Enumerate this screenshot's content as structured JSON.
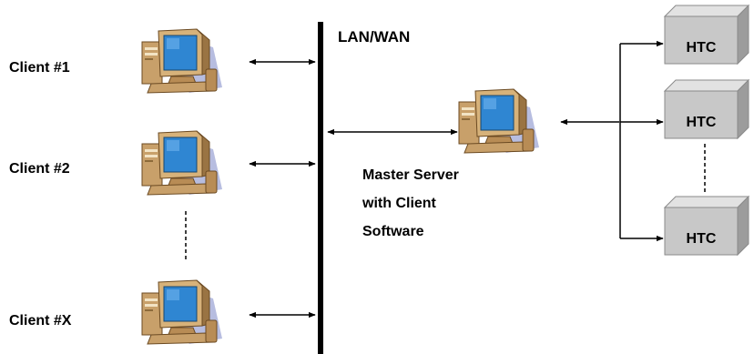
{
  "network": {
    "label": "LAN/WAN"
  },
  "clients": [
    {
      "label": "Client #1",
      "icon": "computer-icon"
    },
    {
      "label": "Client #2",
      "icon": "computer-icon"
    },
    {
      "label": "Client #X",
      "icon": "computer-icon"
    }
  ],
  "master_server": {
    "icon": "computer-icon",
    "label_lines": [
      "Master Server",
      "with Client",
      "Software"
    ]
  },
  "htc_units": [
    {
      "label": "HTC"
    },
    {
      "label": "HTC"
    },
    {
      "label": "HTC"
    }
  ],
  "colors": {
    "line": "#000000",
    "screen": "#2f86d2",
    "case": "#c8a06a",
    "shadow": "#b7bde0",
    "box_face": "#c8c8c8",
    "box_top": "#e2e2e2",
    "box_side": "#9c9c9c"
  }
}
